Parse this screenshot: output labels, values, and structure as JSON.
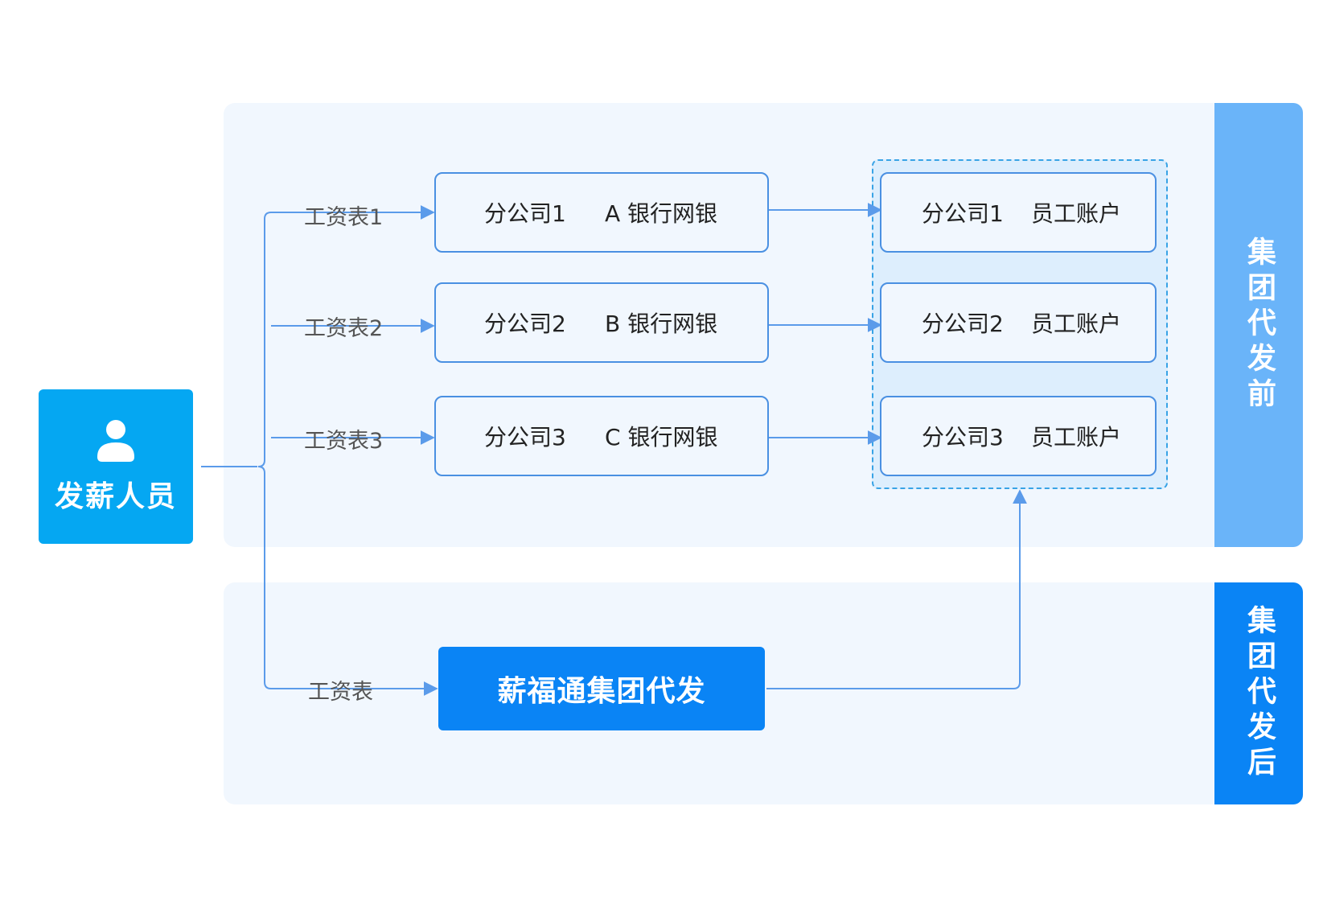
{
  "payer": {
    "label": "发薪人员",
    "icon": "user-icon"
  },
  "groups": {
    "before": {
      "label": "集团代发前"
    },
    "after": {
      "label": "集团代发后"
    }
  },
  "branches": [
    {
      "payroll": "工资表1",
      "company": "分公司1",
      "bank": "A 银行网银",
      "account_company": "分公司1",
      "account": "员工账户"
    },
    {
      "payroll": "工资表2",
      "company": "分公司2",
      "bank": "B 银行网银",
      "account_company": "分公司2",
      "account": "员工账户"
    },
    {
      "payroll": "工资表3",
      "company": "分公司3",
      "bank": "C 银行网银",
      "account_company": "分公司3",
      "account": "员工账户"
    }
  ],
  "group_flow": {
    "payroll": "工资表",
    "platform": "薪福通集团代发"
  },
  "colors": {
    "panel_bg": "#f1f7fe",
    "tab_before": "#6ab4f9",
    "tab_after": "#0a84f5",
    "line": "#5b9bea",
    "person_bg": "#05a7f2"
  }
}
